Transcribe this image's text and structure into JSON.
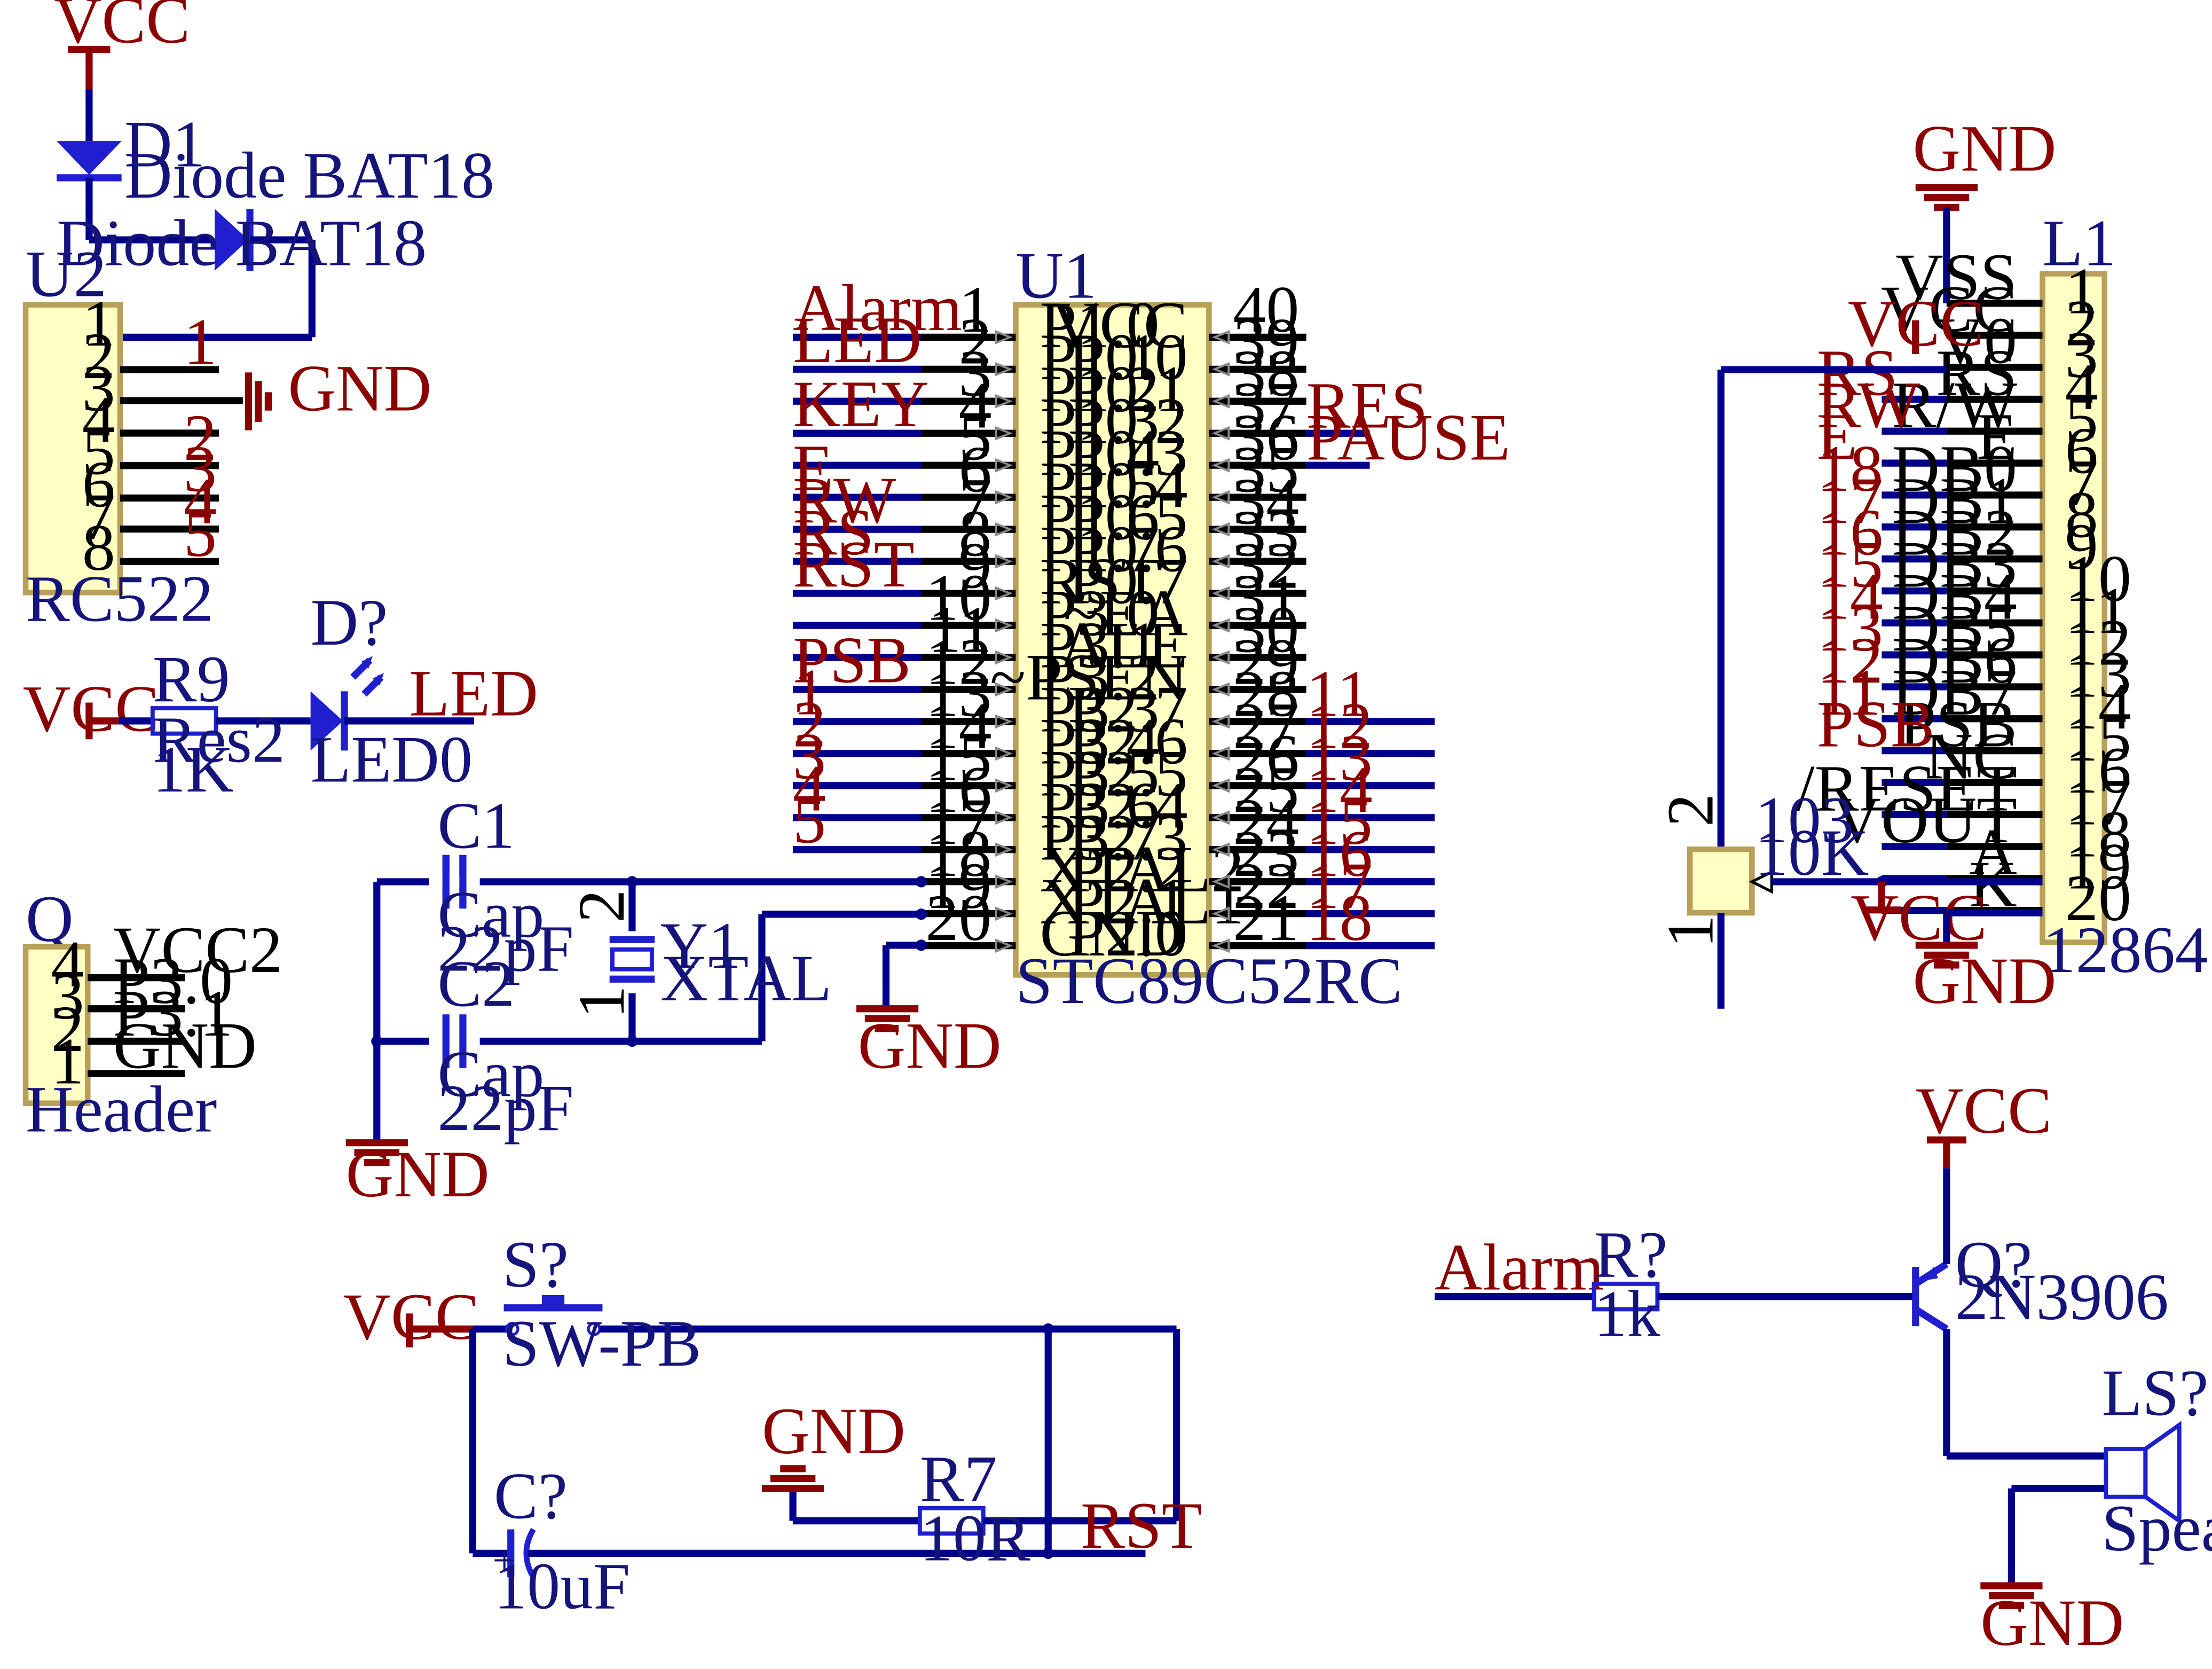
{
  "u2": {
    "ref": "U2",
    "name": "RC522",
    "pins": [
      "1",
      "2",
      "3",
      "4",
      "5",
      "6",
      "7",
      "8"
    ],
    "nets": [
      "1",
      "2",
      "3",
      "4",
      "5"
    ],
    "gnd": "GND"
  },
  "d1": {
    "ref": "D1",
    "label1": "Diode BAT18",
    "label2": "Diode BAT18",
    "vcc": "VCC"
  },
  "led": {
    "vcc": "VCC",
    "r_ref": "R9",
    "r_type": "Res2",
    "r_val": "1K",
    "d_ref": "D?",
    "d_name": "LED0",
    "net": "LED"
  },
  "q_header": {
    "ref": "Q",
    "name": "Header",
    "pins": [
      "4",
      "3",
      "2",
      "1"
    ],
    "nets": [
      "VCC2",
      "P3.0",
      "P3.1",
      "GND"
    ]
  },
  "u1": {
    "ref": "U1",
    "name": "STC89C52RC",
    "left_pins": [
      {
        "num": "1",
        "name": "P1.0",
        "net": "Alarm"
      },
      {
        "num": "2",
        "name": "P1.1",
        "net": "LED"
      },
      {
        "num": "3",
        "name": "P1.2",
        "net": ""
      },
      {
        "num": "4",
        "name": "P1.3",
        "net": "KEY"
      },
      {
        "num": "5",
        "name": "P1.4",
        "net": ""
      },
      {
        "num": "6",
        "name": "P1.5",
        "net": "E"
      },
      {
        "num": "7",
        "name": "P1.6",
        "net": "RW"
      },
      {
        "num": "8",
        "name": "P1.7",
        "net": "RS"
      },
      {
        "num": "9",
        "name": "RST",
        "net": "RST"
      },
      {
        "num": "10",
        "name": "P3.0",
        "net": ""
      },
      {
        "num": "11",
        "name": "P3.1",
        "net": ""
      },
      {
        "num": "12",
        "name": "P3.2",
        "net": "PSB"
      },
      {
        "num": "13",
        "name": "P3.3",
        "net": "1"
      },
      {
        "num": "14",
        "name": "P3.4",
        "net": "2"
      },
      {
        "num": "15",
        "name": "P3.5",
        "net": "3"
      },
      {
        "num": "16",
        "name": "P3.6",
        "net": "4"
      },
      {
        "num": "17",
        "name": "P3.7",
        "net": "5"
      },
      {
        "num": "18",
        "name": "XTAL2",
        "net": ""
      },
      {
        "num": "19",
        "name": "XTAL1",
        "net": ""
      },
      {
        "num": "20",
        "name": "GND",
        "net": ""
      }
    ],
    "right_pins": [
      {
        "num": "40",
        "name": "VCC",
        "net": ""
      },
      {
        "num": "39",
        "name": "P0.0",
        "net": ""
      },
      {
        "num": "38",
        "name": "P0.1",
        "net": ""
      },
      {
        "num": "37",
        "name": "P0.2",
        "net": "RES"
      },
      {
        "num": "36",
        "name": "P0.3",
        "net": "PAUSE"
      },
      {
        "num": "35",
        "name": "P0.4",
        "net": ""
      },
      {
        "num": "34",
        "name": "P0.5",
        "net": ""
      },
      {
        "num": "33",
        "name": "P0.6",
        "net": ""
      },
      {
        "num": "32",
        "name": "P0.7",
        "net": ""
      },
      {
        "num": "31",
        "name": "~EA",
        "net": ""
      },
      {
        "num": "30",
        "name": "ALE",
        "net": ""
      },
      {
        "num": "29",
        "name": "~PSEN",
        "net": ""
      },
      {
        "num": "28",
        "name": "P2.7",
        "net": "11"
      },
      {
        "num": "27",
        "name": "P2.6",
        "net": "12"
      },
      {
        "num": "26",
        "name": "P2.5",
        "net": "13"
      },
      {
        "num": "25",
        "name": "P2.4",
        "net": "14"
      },
      {
        "num": "24",
        "name": "P2.3",
        "net": "15"
      },
      {
        "num": "23",
        "name": "P2.2",
        "net": "16"
      },
      {
        "num": "22",
        "name": "P2.1",
        "net": "17"
      },
      {
        "num": "21",
        "name": "P2.0",
        "net": "18"
      }
    ],
    "gnd": "GND"
  },
  "crystal": {
    "c1": "C1",
    "c1_type": "Cap",
    "c1_val": "22pF",
    "c2": "C2",
    "c2_type": "Cap",
    "c2_val": "22pF",
    "y_ref": "Y1",
    "y_name": "XTAL",
    "pin2": "2",
    "pin1": "1",
    "gnd": "GND"
  },
  "l1": {
    "ref": "L1",
    "name": "12864",
    "gnd_top": "GND",
    "vcc": "VCC",
    "pins": [
      {
        "num": "1",
        "name": "VSS",
        "net": ""
      },
      {
        "num": "2",
        "name": "VCC",
        "net": ""
      },
      {
        "num": "3",
        "name": "V0",
        "net": ""
      },
      {
        "num": "4",
        "name": "RS",
        "net": "RS"
      },
      {
        "num": "5",
        "name": "R/W",
        "net": "RW"
      },
      {
        "num": "6",
        "name": "E",
        "net": "E"
      },
      {
        "num": "7",
        "name": "DB0",
        "net": "18"
      },
      {
        "num": "8",
        "name": "DB1",
        "net": "17"
      },
      {
        "num": "9",
        "name": "DB2",
        "net": "16"
      },
      {
        "num": "10",
        "name": "DB3",
        "net": "15"
      },
      {
        "num": "11",
        "name": "DB4",
        "net": "14"
      },
      {
        "num": "12",
        "name": "DB5",
        "net": "13"
      },
      {
        "num": "13",
        "name": "DB6",
        "net": "12"
      },
      {
        "num": "14",
        "name": "DB7",
        "net": "11"
      },
      {
        "num": "15",
        "name": "PSB",
        "net": "PSB"
      },
      {
        "num": "16",
        "name": "NC",
        "net": ""
      },
      {
        "num": "17",
        "name": "/RESET",
        "net": ""
      },
      {
        "num": "18",
        "name": "VOUT",
        "net": ""
      },
      {
        "num": "19",
        "name": "A",
        "net": ""
      },
      {
        "num": "20",
        "name": "K",
        "net": ""
      }
    ],
    "pot_ref": "103",
    "pot_val": "10K",
    "pot_pin2": "2",
    "pot_pin1": "1",
    "vcc2": "VCC",
    "gnd_bottom": "GND"
  },
  "reset_circuit": {
    "vcc": "VCC",
    "sw_ref": "S?",
    "sw_name": "SW-PB",
    "gnd": "GND",
    "r_ref": "R7",
    "r_val": "10R",
    "net": "RST",
    "c_ref": "C?",
    "c_val": "10uF",
    "plus": "+"
  },
  "buzzer": {
    "net": "Alarm",
    "r_ref": "R?",
    "r_val": "1k",
    "q_ref": "Q?",
    "q_name": "2N3906",
    "vcc": "VCC",
    "ls_ref": "LS?",
    "ls_name": "Speaker",
    "gnd": "GND"
  }
}
